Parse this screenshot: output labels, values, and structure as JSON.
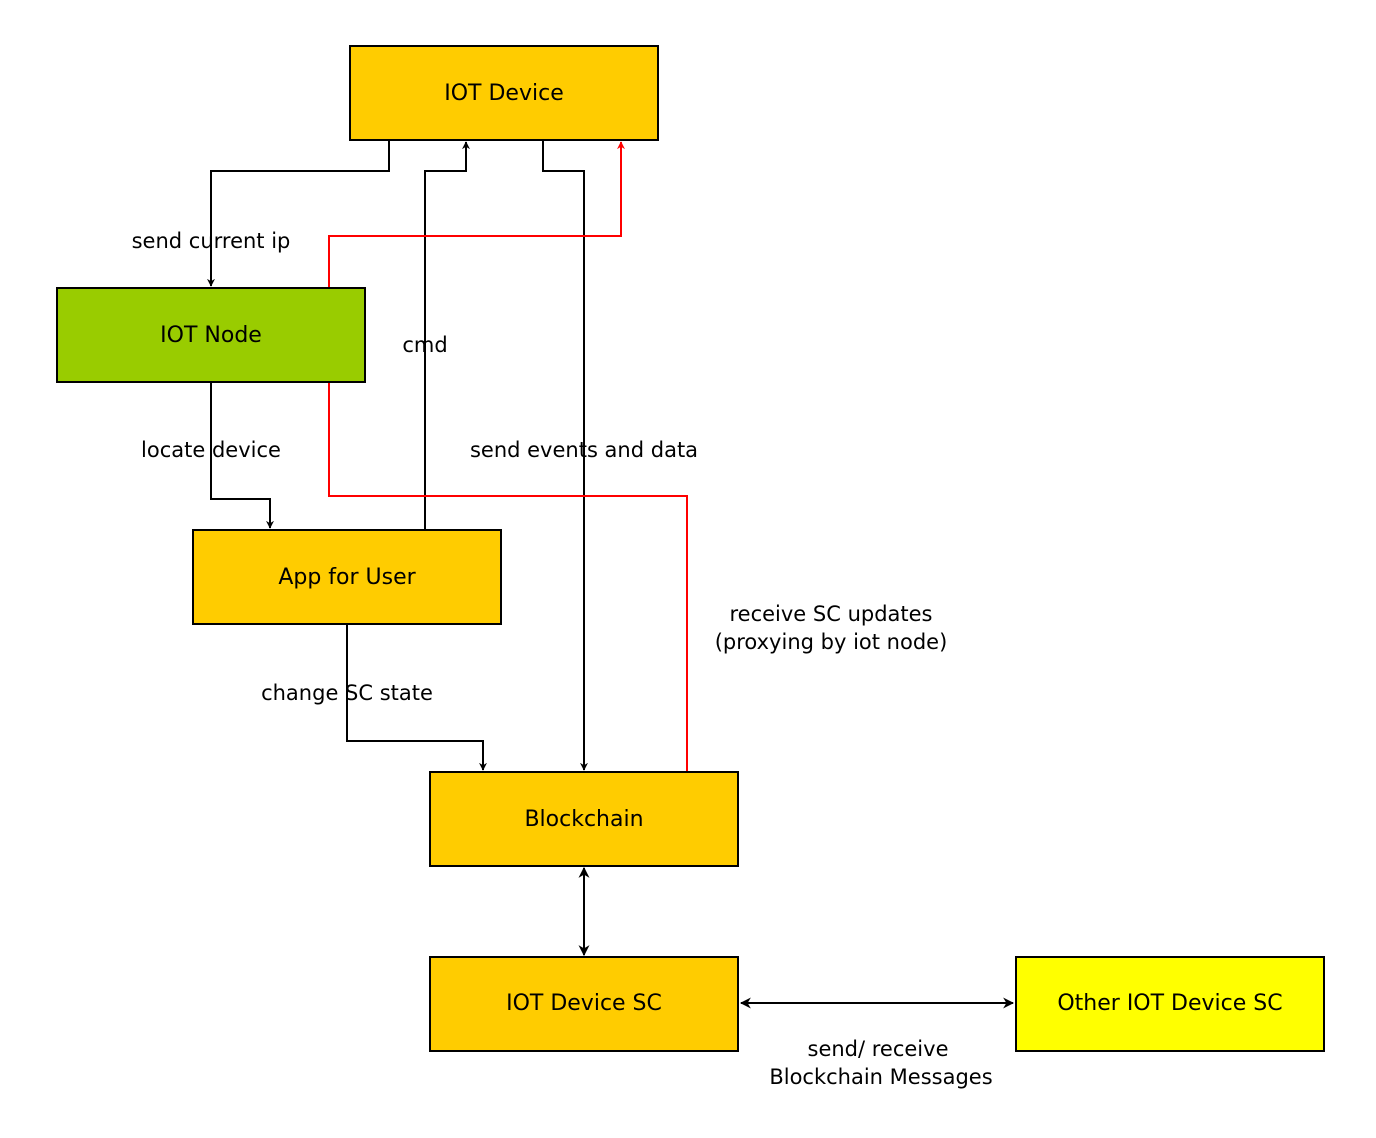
{
  "nodes": {
    "iot_device": {
      "label": "IOT Device",
      "color": "#FFCC00"
    },
    "iot_node": {
      "label": "IOT Node",
      "color": "#99CC00"
    },
    "app_for_user": {
      "label": "App for User",
      "color": "#FFCC00"
    },
    "blockchain": {
      "label": "Blockchain",
      "color": "#FFCC00"
    },
    "iot_device_sc": {
      "label": "IOT Device SC",
      "color": "#FFCC00"
    },
    "other_iot_device_sc": {
      "label": "Other IOT Device SC",
      "color": "#FFFF00"
    }
  },
  "edges": {
    "send_current_ip": {
      "label": "send current ip",
      "from": "IOT Device",
      "to": "IOT Node",
      "color": "#000000"
    },
    "cmd": {
      "label": "cmd",
      "from": "App for User",
      "to": "IOT Device",
      "color": "#000000"
    },
    "send_events_and_data": {
      "label": "send events and data",
      "from": "IOT Device",
      "to": "Blockchain",
      "color": "#000000"
    },
    "locate_device": {
      "label": "locate device",
      "from": "IOT Node",
      "to": "App for User",
      "color": "#000000"
    },
    "receive_sc_updates": {
      "label_line1": "receive SC updates",
      "label_line2": "(proxying by iot node)",
      "from": "Blockchain",
      "to": "IOT Device",
      "color": "#FF0000"
    },
    "change_sc_state": {
      "label": "change SC state",
      "from": "App for User",
      "to": "Blockchain",
      "color": "#000000"
    },
    "blockchain_sc_link": {
      "from": "Blockchain",
      "to": "IOT Device SC",
      "direction": "bidirectional",
      "color": "#000000"
    },
    "blockchain_messages": {
      "label_line1": "send/ receive",
      "label_line2": "Blockchain Messages",
      "from": "IOT Device SC",
      "to": "Other IOT Device SC",
      "direction": "bidirectional",
      "color": "#000000"
    }
  }
}
